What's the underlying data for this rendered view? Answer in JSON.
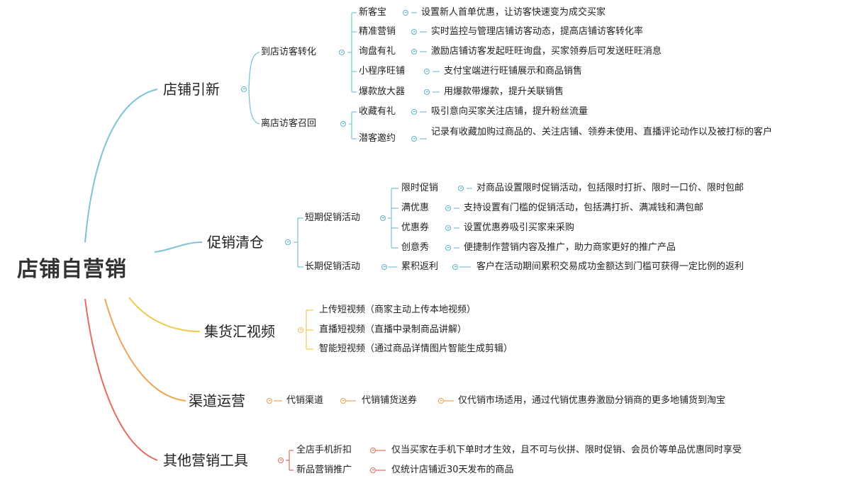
{
  "root": "店铺自营销",
  "branches": {
    "b1": {
      "label": "店铺引新",
      "g1": {
        "label": "到店访客转化",
        "items": [
          {
            "label": "新客宝",
            "desc": "设置新人首单优惠，让访客快速变为成交买家"
          },
          {
            "label": "精准营销",
            "desc": "实时监控与管理店铺访客动态，提高店铺访客转化率"
          },
          {
            "label": "询盘有礼",
            "desc": "激励店铺访客发起旺旺询盘，买家领券后可发送旺旺消息"
          },
          {
            "label": "小程序旺铺",
            "desc": "支付宝端进行旺铺展示和商品销售"
          },
          {
            "label": "爆款放大器",
            "desc": "用爆款带爆款，提升关联销售"
          }
        ]
      },
      "g2": {
        "label": "离店访客召回",
        "items": [
          {
            "label": "收藏有礼",
            "desc": "吸引意向买家关注店铺，提升粉丝流量"
          },
          {
            "label": "潜客邀约",
            "desc": "记录有收藏加购过商品的、关注店铺、领券未使用、直播评论动作以及被打标的客户"
          }
        ]
      }
    },
    "b2": {
      "label": "促销清仓",
      "g1": {
        "label": "短期促销活动",
        "items": [
          {
            "label": "限时促销",
            "desc": "对商品设置限时促销活动，包括限时打折、限时一口价、限时包邮"
          },
          {
            "label": "满优惠",
            "desc": "支持设置有门槛的促销活动，包括满打折、满减钱和满包邮"
          },
          {
            "label": "优惠券",
            "desc": "设置优惠券吸引买家来采购"
          },
          {
            "label": "创意秀",
            "desc": "便捷制作营销内容及推广，助力商家更好的推广产品"
          }
        ]
      },
      "g2": {
        "label": "长期促销活动",
        "items": [
          {
            "label": "累积返利",
            "desc": "客户在活动期间累积交易成功金额达到门槛可获得一定比例的返利"
          }
        ]
      }
    },
    "b3": {
      "label": "集货汇视频",
      "items": [
        "上传短视频（商家主动上传本地视频）",
        "直播短视频（直播中录制商品讲解）",
        "智能短视频（通过商品详情图片智能生成剪辑）"
      ]
    },
    "b4": {
      "label": "渠道运营",
      "chain": [
        "代销渠道",
        "代销铺货送券",
        "仅代销市场适用，通过代销优惠券激励分销商的更多地铺货到淘宝"
      ]
    },
    "b5": {
      "label": "其他营销工具",
      "items": [
        {
          "label": "全店手机折扣",
          "desc": "仅当买家在手机下单时才生效，且不可与伙拼、限时促销、会员价等单品优惠同时享受"
        },
        {
          "label": "新品营销推广",
          "desc": "仅统计店铺近30天发布的商品"
        }
      ]
    }
  },
  "colors": {
    "teal": "#5ab4c9",
    "gold": "#f2c04a",
    "orange": "#eda24c",
    "red": "#e56b5d"
  }
}
